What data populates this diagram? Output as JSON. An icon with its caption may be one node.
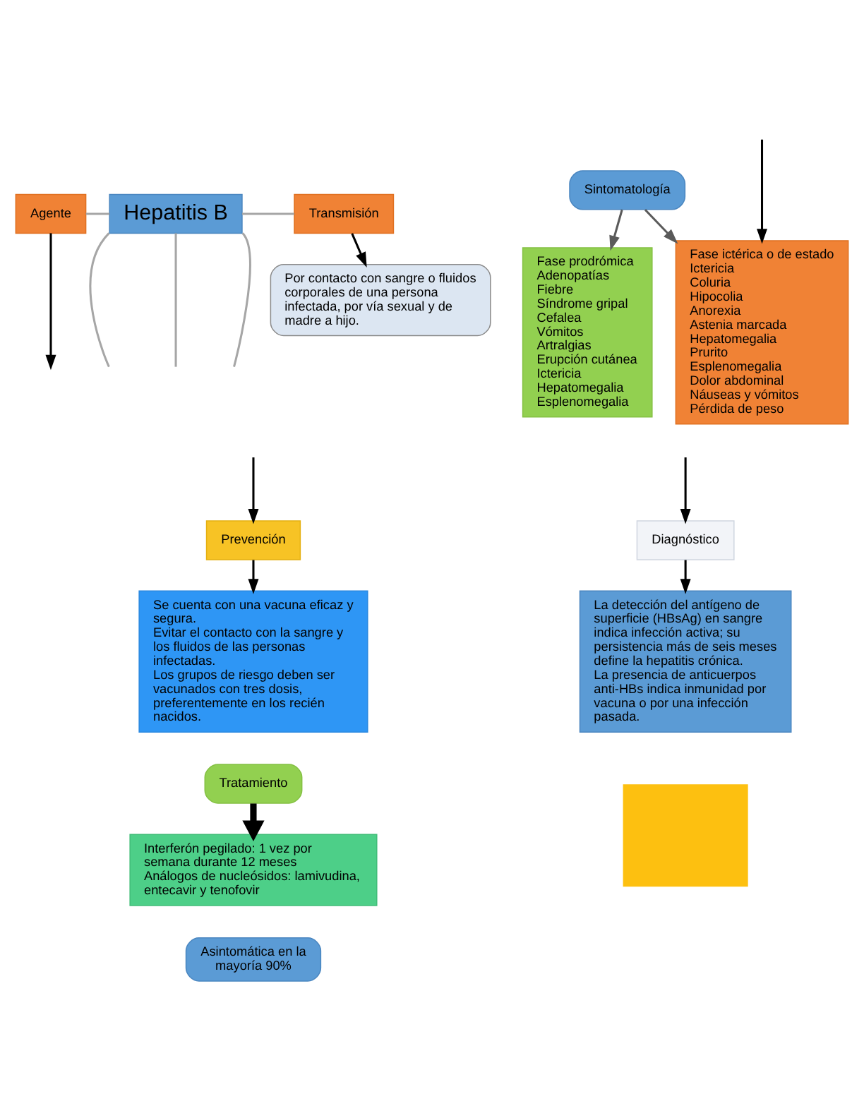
{
  "diagram": {
    "nodes": [
      {
        "text": [],
        "shape": "box"
      },
      {
        "text": [
          "Asintomática en la mayoría 90%"
        ]
      },
      {
        "text": [
          "Sintomatología"
        ]
      },
      {
        "text": [
          "Fase prodrómica",
          "Adenopatías",
          "Fiebre",
          "Síndrome gripal",
          "Cefalea",
          "Vómitos",
          "Artralgias",
          "Erupción cutánea",
          "Ictericia",
          "Hepatomegalia",
          "Esplenomegalia"
        ]
      },
      {
        "text": [
          "Fase ictérica o de estado",
          "Ictericia",
          "Coluria",
          "Hipocolia",
          "Anorexia",
          "Astenia marcada",
          "Hepatomegalia",
          "Prurito",
          "Esplenomegalia",
          "Dolor abdominal",
          "Náuseas y vómitos",
          "Pérdida de peso"
        ]
      },
      {
        "text": [
          "Diagnóstico"
        ]
      },
      {
        "text": [
          "La detección del antígeno de superficie (HBsAg) en sangre indica infección activa; su persistencia más de seis meses define la hepatitis crónica.",
          "La presencia de anticuerpos anti-HBs indica inmunidad por vacuna o por una infección pasada."
        ]
      },
      {
        "text": [
          "Prevención"
        ]
      },
      {
        "text": [
          "Tratamiento"
        ]
      },
      {
        "text": [
          "Se cuenta con una vacuna eficaz y segura.",
          "Evitar el contacto con la sangre y los fluidos de las personas infectadas.",
          "Los grupos de riesgo deben ser vacunados con tres dosis, preferentemente en los recién nacidos."
        ]
      },
      {
        "text": [
          "Interferón pegilado: 1 vez por semana durante 12 meses",
          "Análogos de nucleósidos: lamivudina, entecavir y tenofovir"
        ]
      },
      {
        "text": [
          "Agente"
        ]
      },
      {
        "text": [
          "Hepatitis B"
        ]
      },
      {
        "text": [
          "Transmisión"
        ]
      },
      {
        "text": [
          "Por contacto con sangre o fluidos corporales de una persona infectada, por vía sexual y de madre a hijo."
        ]
      }
    ],
    "edges": [
      {
        "from": null,
        "to": 4,
        "arrow": "to"
      },
      {
        "from": 2,
        "to": 3,
        "arrow": "to",
        "color": "#5a5a5a"
      },
      {
        "from": 2,
        "to": 4,
        "arrow": "to",
        "color": "#5a5a5a"
      },
      {
        "from": null,
        "to": 5,
        "arrow": "to"
      },
      {
        "from": 5,
        "to": 6,
        "arrow": "to"
      },
      {
        "from": null,
        "to": 7,
        "arrow": "to"
      },
      {
        "from": 7,
        "to": 9,
        "arrow": "to"
      },
      {
        "from": 8,
        "to": 10,
        "arrow": "to",
        "style": "thick"
      },
      {
        "from": 11,
        "to": 12,
        "arrow": "none",
        "color": "#a6a6a6"
      },
      {
        "from": 12,
        "to": 13,
        "arrow": "none",
        "color": "#a6a6a6"
      },
      {
        "from": 12,
        "to": null,
        "arrow": "none",
        "color": "#a6a6a6"
      },
      {
        "from": 12,
        "to": null,
        "arrow": "none",
        "color": "#a6a6a6"
      },
      {
        "from": 12,
        "to": null,
        "arrow": "none",
        "color": "#a6a6a6"
      },
      {
        "from": 11,
        "to": null,
        "arrow": "to"
      },
      {
        "from": 13,
        "to": 14,
        "arrow": "to"
      }
    ]
  }
}
